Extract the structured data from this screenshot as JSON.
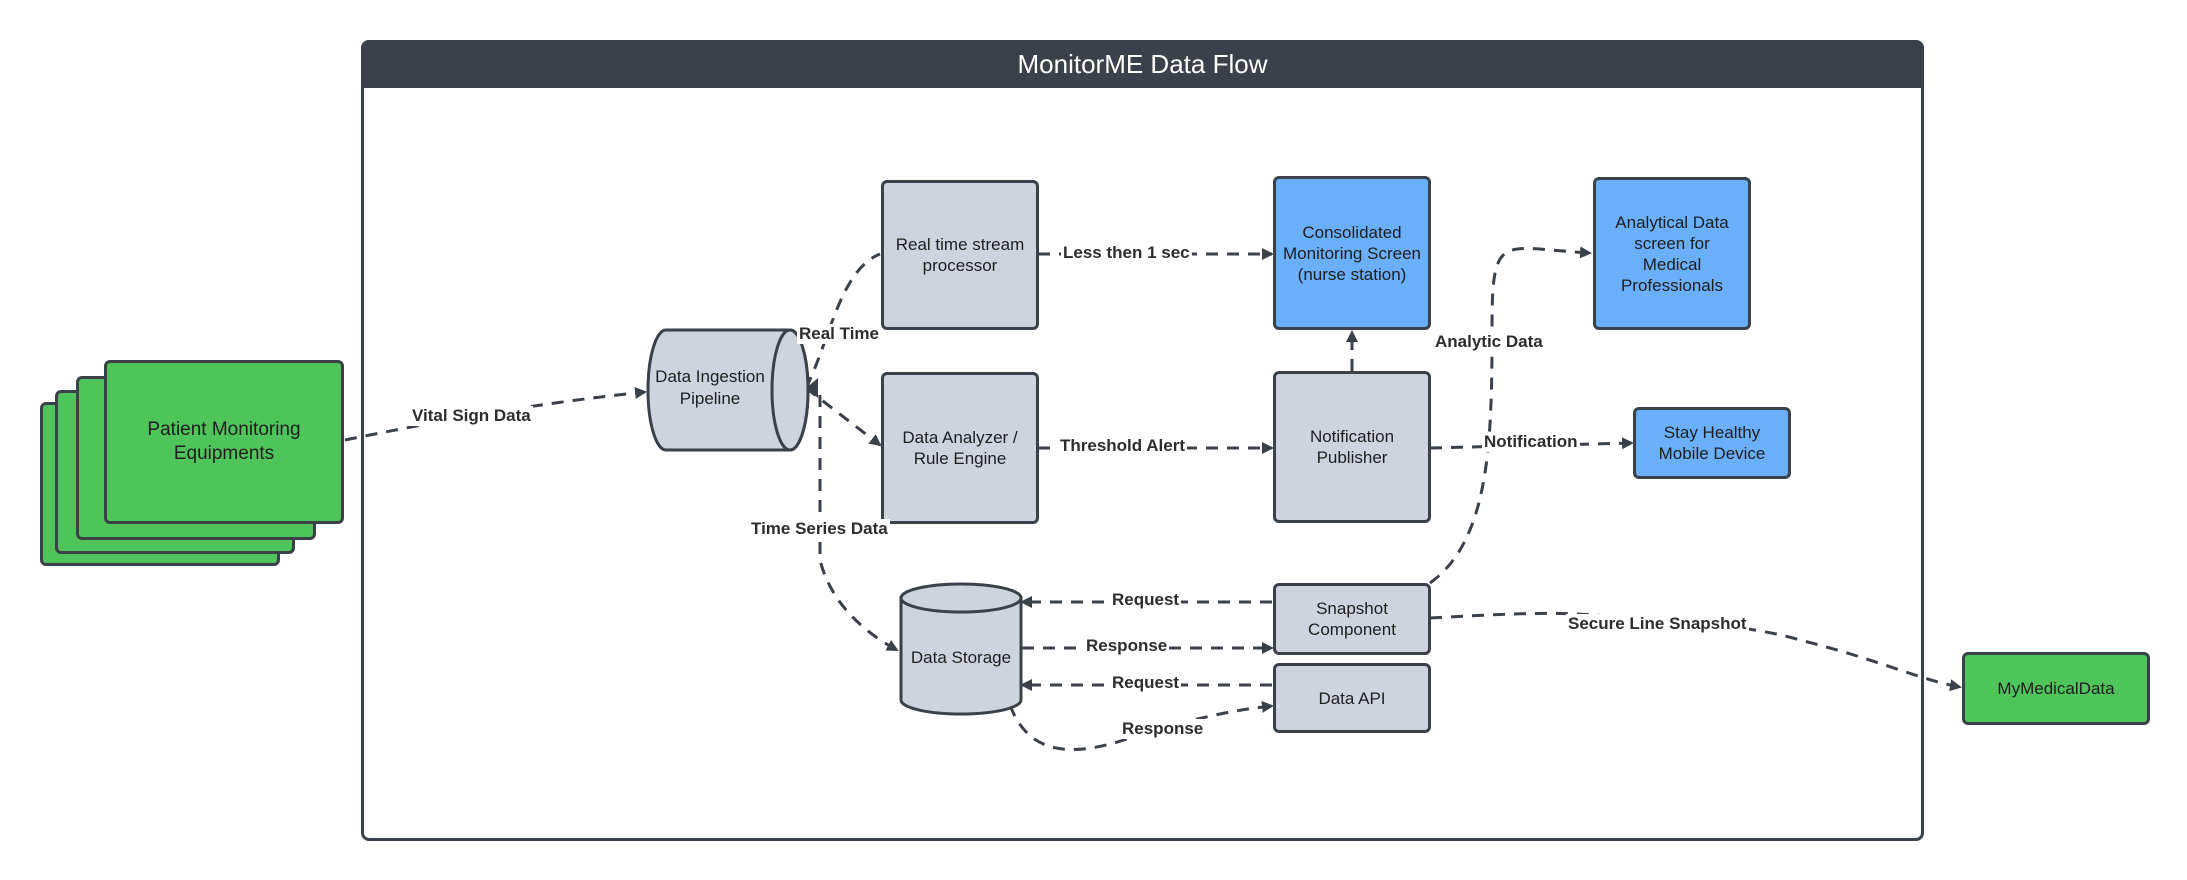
{
  "title": "MonitorME Data Flow",
  "nodes": {
    "patient_monitoring": "Patient Monitoring Equipments",
    "ingestion_line1": "Data Ingestion",
    "ingestion_line2": "Pipeline",
    "stream_processor": "Real time stream processor",
    "analyzer": "Data Analyzer / Rule Engine",
    "consolidated_screen": "Consolidated Monitoring Screen (nurse station)",
    "notification_publisher": "Notification Publisher",
    "analytical_screen": "Analytical Data screen for Medical Professionals",
    "mobile_device": "Stay Healthy Mobile Device",
    "data_storage": "Data Storage",
    "snapshot_component": "Snapshot Component",
    "data_api": "Data API",
    "my_medical_data": "MyMedicalData"
  },
  "edges": {
    "vital_sign": "Vital Sign Data",
    "real_time": "Real Time",
    "less_than_1s": "Less then 1 sec",
    "threshold_alert": "Threshold Alert",
    "analytic_data": "Analytic Data",
    "notification": "Notification",
    "time_series": "Time Series Data",
    "request_1": "Request",
    "response_1": "Response",
    "request_2": "Request",
    "response_2": "Response",
    "secure_snapshot": "Secure Line Snapshot"
  },
  "colors": {
    "frame": "#3a414a",
    "grey_node": "#ced4dd",
    "blue_node": "#6aaffa",
    "green_node": "#4fc45b",
    "edge": "#3a414a"
  }
}
